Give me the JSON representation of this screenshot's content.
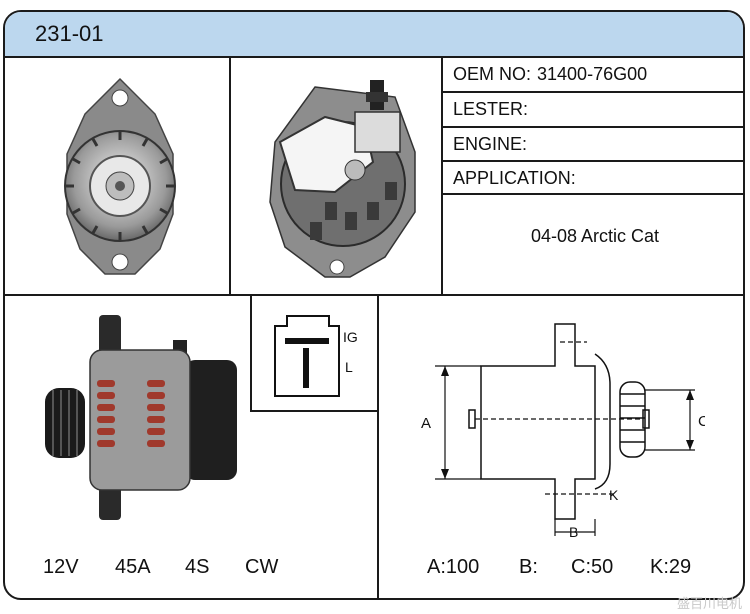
{
  "header": {
    "title": "231-01"
  },
  "specs": {
    "oem_label": "OEM NO:",
    "oem_value": "31400-76G00",
    "lester_label": "LESTER:",
    "lester_value": "",
    "engine_label": "ENGINE:",
    "engine_value": "",
    "application_label": "APPLICATION:",
    "application_value": "04-08 Arctic Cat"
  },
  "plug": {
    "ig_label": "IG",
    "l_label": "L"
  },
  "electrical": {
    "voltage": "12V",
    "amperage": "45A",
    "grooves": "4S",
    "rotation": "CW"
  },
  "dimensions": {
    "a_label": "A",
    "b_label": "B",
    "c_label": "C",
    "k_label": "K",
    "a_text": "A:100",
    "b_text": "B:",
    "c_text": "C:50",
    "k_text": "K:29"
  },
  "watermark": "盛百川电机"
}
